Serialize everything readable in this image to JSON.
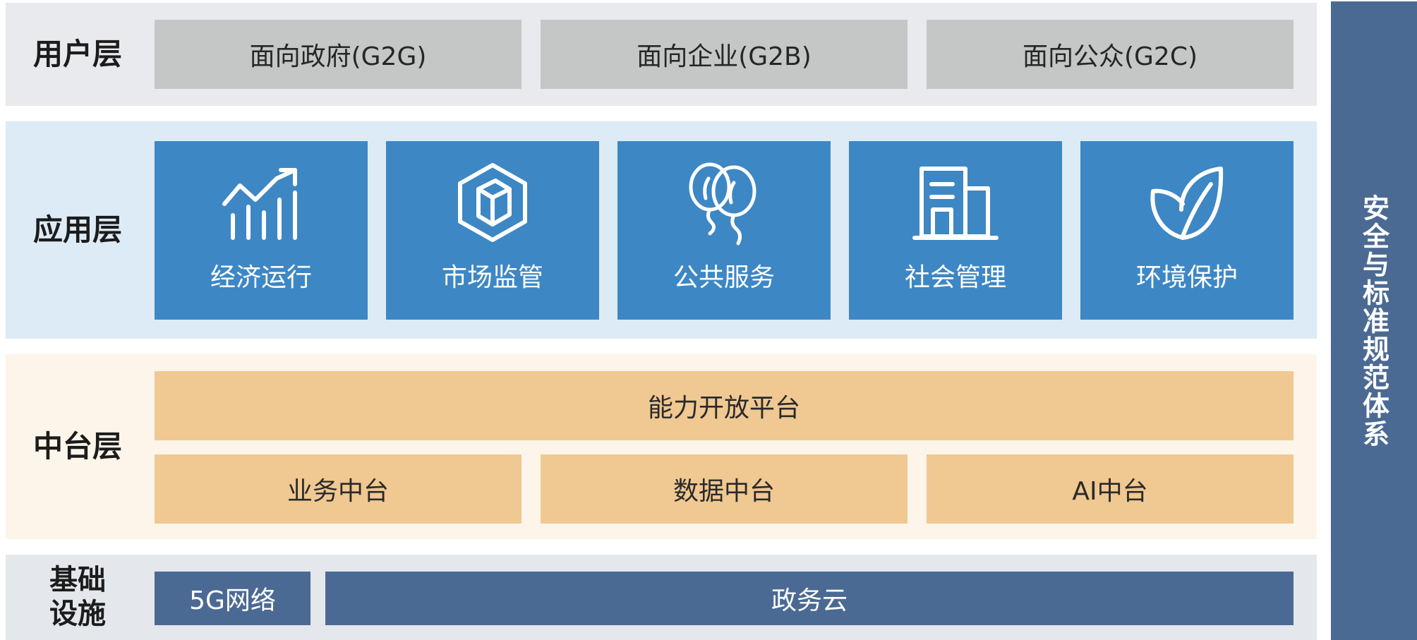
{
  "layers": {
    "user": "用户层",
    "app": "应用层",
    "mid": "中台层",
    "infra_line1": "基础",
    "infra_line2": "设施"
  },
  "user_boxes": [
    "面向政府(G2G)",
    "面向企业(G2B)",
    "面向公众(G2C)"
  ],
  "apps": [
    {
      "label": "经济运行",
      "icon": "growth-chart-icon"
    },
    {
      "label": "市场监管",
      "icon": "hex-cube-icon"
    },
    {
      "label": "公共服务",
      "icon": "balloons-icon"
    },
    {
      "label": "社会管理",
      "icon": "building-icon"
    },
    {
      "label": "环境保护",
      "icon": "leaf-icon"
    }
  ],
  "mid": {
    "platform": "能力开放平台",
    "centers": [
      "业务中台",
      "数据中台",
      "AI中台"
    ]
  },
  "infra": {
    "network": "5G网络",
    "cloud": "政务云"
  },
  "side": "安全与标准规范体系",
  "colors": {
    "gray_box": "#c5c6c6",
    "app_blue": "#3d87c5",
    "orange": "#f0c891",
    "navy": "#4b6a93"
  }
}
